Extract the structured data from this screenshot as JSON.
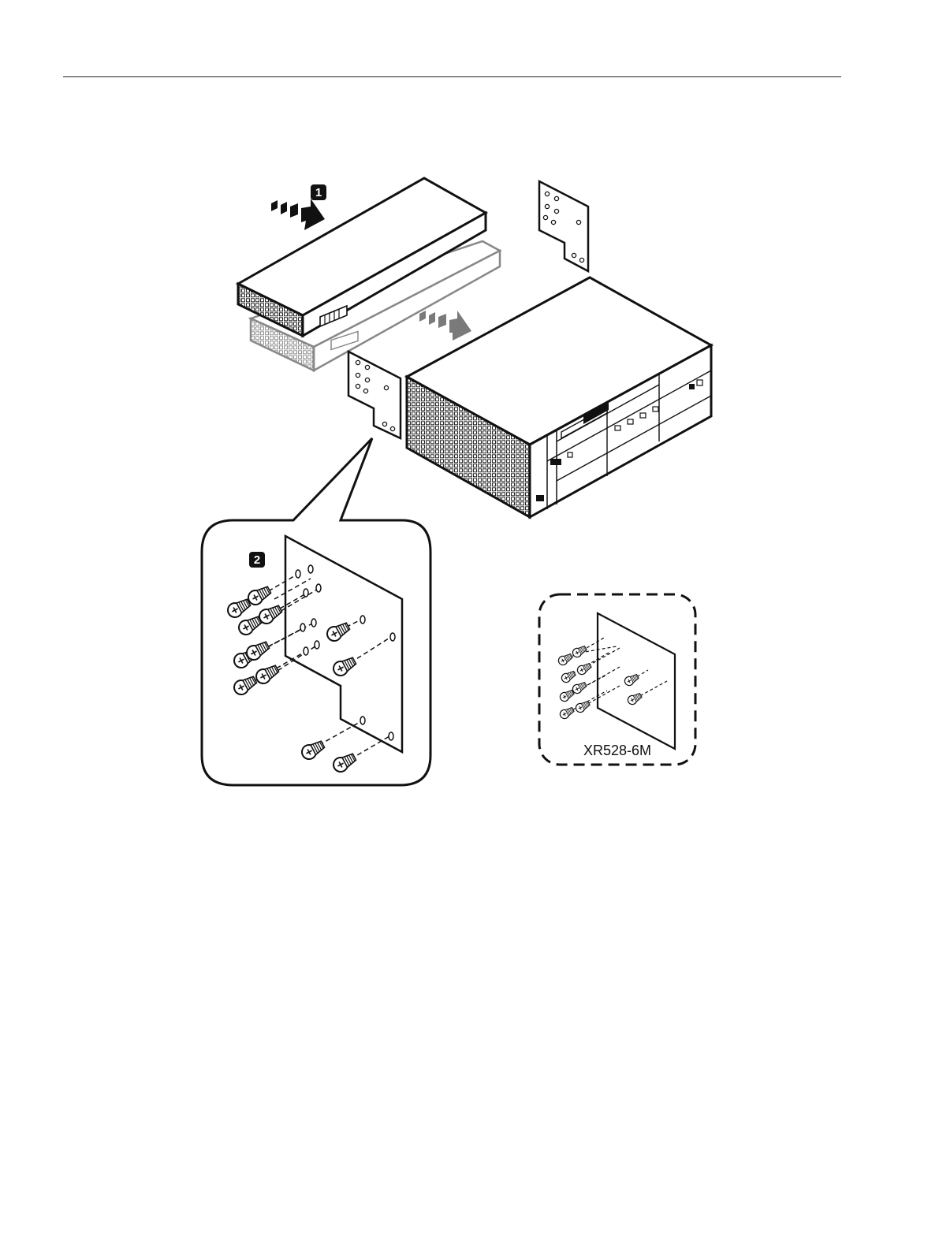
{
  "figure": {
    "step_markers": [
      {
        "label": "1"
      },
      {
        "label": "2"
      }
    ],
    "variant_label": "XR528-6M"
  },
  "colors": {
    "line": "#111111",
    "gray_component": "#8a8a8a",
    "arrow_dark": "#111111",
    "arrow_gray": "#7a7a7a"
  }
}
